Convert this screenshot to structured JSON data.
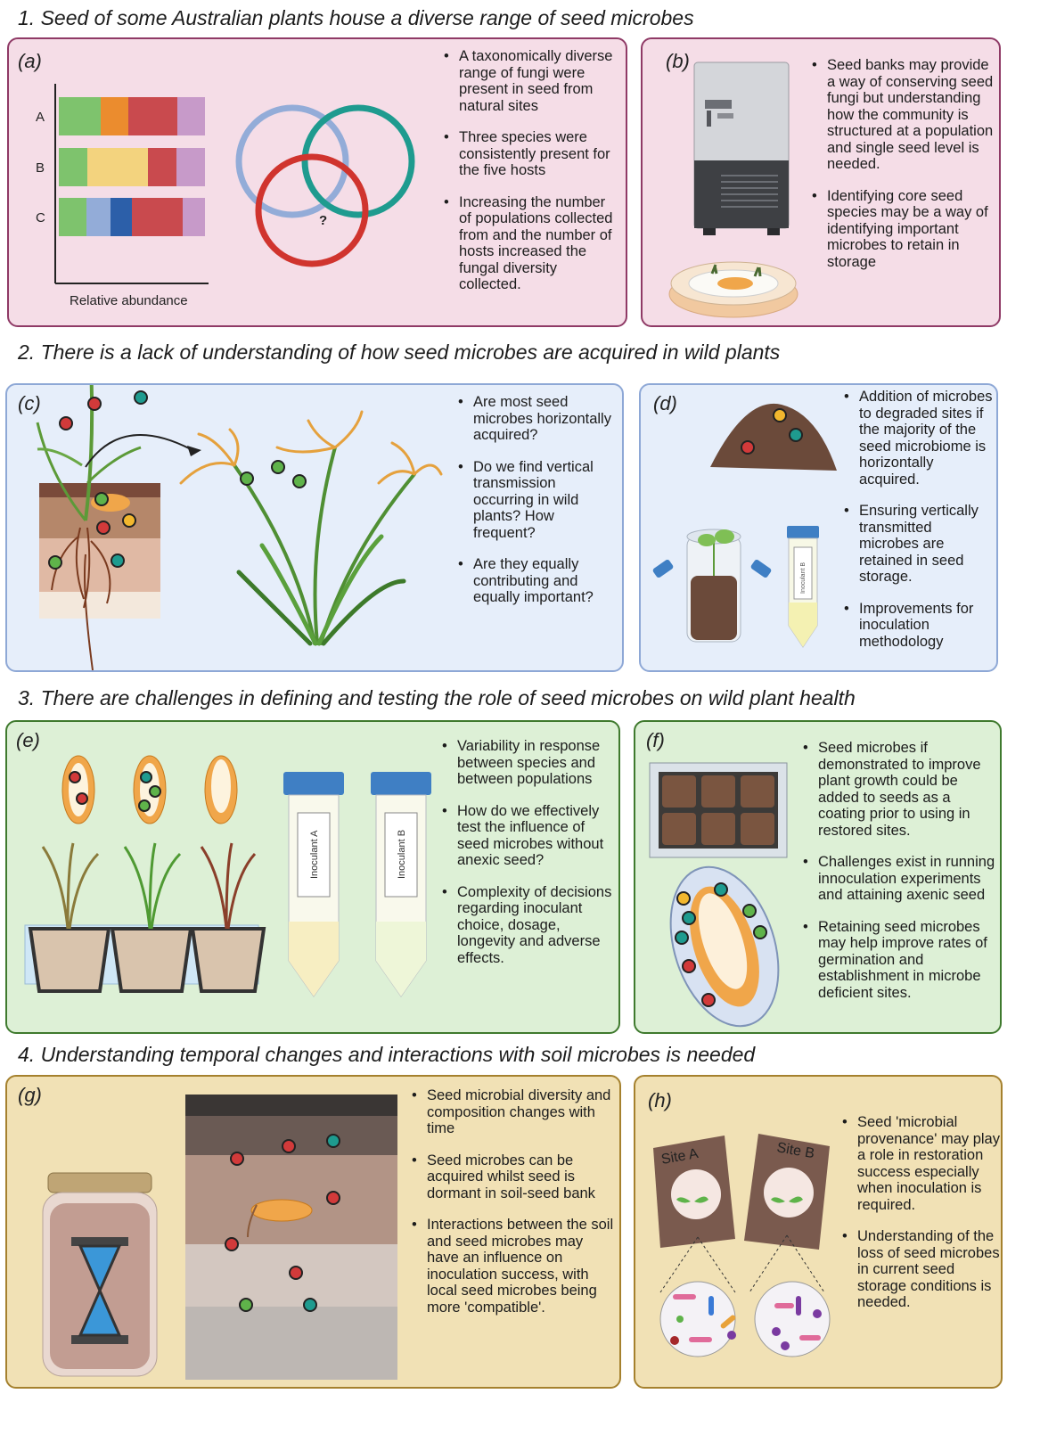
{
  "sections": [
    {
      "title": "1. Seed of some Australian plants house a diverse range of seed microbes"
    },
    {
      "title": "2. There is a lack of understanding of how seed microbes are acquired in wild plants"
    },
    {
      "title": "3. There are challenges in defining and testing the role of seed microbes on wild plant health"
    },
    {
      "title": "4. Understanding temporal changes and interactions with soil microbes is needed"
    }
  ],
  "panels": {
    "a": {
      "label": "(a)",
      "bars": [
        "A",
        "B",
        "C"
      ],
      "xlabel": "Relative abundance",
      "venn_mark": "?",
      "bullets": [
        "A taxonomically diverse range of fungi were present in seed from natural sites",
        "Three species were consistently present for the five hosts",
        "Increasing the number of populations collected from and the number of hosts increased the fungal diversity collected."
      ]
    },
    "b": {
      "label": "(b)",
      "bullets": [
        "Seed banks may provide a way of conserving seed fungi but understanding how the community is structured at a population and single seed level is needed.",
        "Identifying core seed species may be a way of identifying important microbes to retain in storage"
      ]
    },
    "c": {
      "label": "(c)",
      "bullets": [
        "Are most seed microbes horizontally acquired?",
        "Do we find vertical transmission occurring in wild plants? How frequent?",
        "Are they equally contributing and equally important?"
      ]
    },
    "d": {
      "label": "(d)",
      "tube_label": "Inoculant B",
      "bullets": [
        "Addition of microbes to degraded sites if the majority of the seed microbiome is horizontally acquired.",
        "Ensuring vertically transmitted microbes are retained in seed storage.",
        "Improvements for inoculation methodology"
      ]
    },
    "e": {
      "label": "(e)",
      "tube_a": "Inoculant A",
      "tube_b": "Inoculant B",
      "bullets": [
        "Variability in response between species and between populations",
        "How do we effectively test the influence of seed microbes without anexic seed?",
        "Complexity of decisions regarding inoculant choice, dosage, longevity and adverse effects."
      ]
    },
    "f": {
      "label": "(f)",
      "bullets": [
        "Seed microbes if demonstrated to improve plant growth could be added to seeds as a coating prior to using in restored sites.",
        "Challenges exist in running innoculation experiments and attaining axenic seed",
        "Retaining seed microbes may help improve rates of germination and establishment in microbe deficient sites."
      ]
    },
    "g": {
      "label": "(g)",
      "bullets": [
        "Seed microbial diversity and composition changes with time",
        "Seed microbes can be acquired whilst seed is dormant in soil-seed bank",
        "Interactions between the soil and seed microbes may have an influence on inoculation success, with local seed microbes being more 'compatible'."
      ]
    },
    "h": {
      "label": "(h)",
      "bag_a": "Site A",
      "bag_b": "Site B",
      "bullets": [
        "Seed 'microbial provenance' may play a role in restoration success especially when inoculation is required.",
        "Understanding of the loss of seed microbes in current seed storage conditions is needed."
      ]
    }
  },
  "colors": {
    "microbe_red": "#d23a3a",
    "microbe_teal": "#1e9b8f",
    "microbe_green": "#5fb34a",
    "microbe_yellow": "#f2b72e",
    "seed_orange": "#f0a64a",
    "cap_blue": "#3f7fc4"
  }
}
